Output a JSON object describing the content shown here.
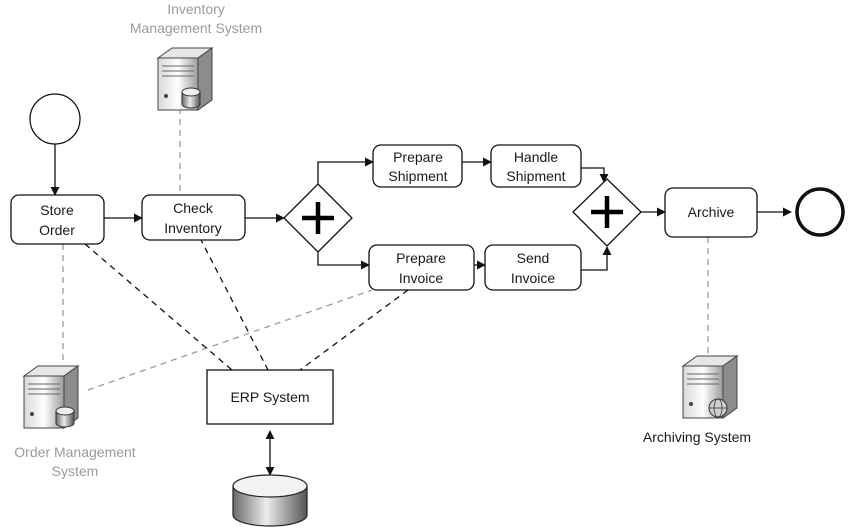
{
  "systems": {
    "inventory": {
      "line1": "Inventory",
      "line2": "Management System",
      "icon": "server-database-icon"
    },
    "order_mgmt": {
      "line1": "Order Management",
      "line2": "System",
      "icon": "server-database-icon"
    },
    "archiving": {
      "label": "Archiving System",
      "icon": "server-globe-icon"
    },
    "erp": {
      "label": "ERP System"
    },
    "erp_db": {
      "icon": "database-icon"
    }
  },
  "tasks": {
    "store_order": {
      "line1": "Store",
      "line2": "Order"
    },
    "check_inventory": {
      "line1": "Check",
      "line2": "Inventory"
    },
    "prepare_shipment": {
      "line1": "Prepare",
      "line2": "Shipment"
    },
    "handle_shipment": {
      "line1": "Handle",
      "line2": "Shipment"
    },
    "prepare_invoice": {
      "line1": "Prepare",
      "line2": "Invoice"
    },
    "send_invoice": {
      "line1": "Send",
      "line2": "Invoice"
    },
    "archive": {
      "label": "Archive"
    }
  },
  "gateways": {
    "split": {
      "type": "parallel",
      "icon": "plus-icon"
    },
    "join": {
      "type": "parallel",
      "icon": "plus-icon"
    }
  },
  "events": {
    "start": {
      "type": "start"
    },
    "end": {
      "type": "end"
    }
  },
  "colors": {
    "stroke": "#111111",
    "association": "#9a9a9a",
    "gray_text": "#9a9a9a"
  }
}
